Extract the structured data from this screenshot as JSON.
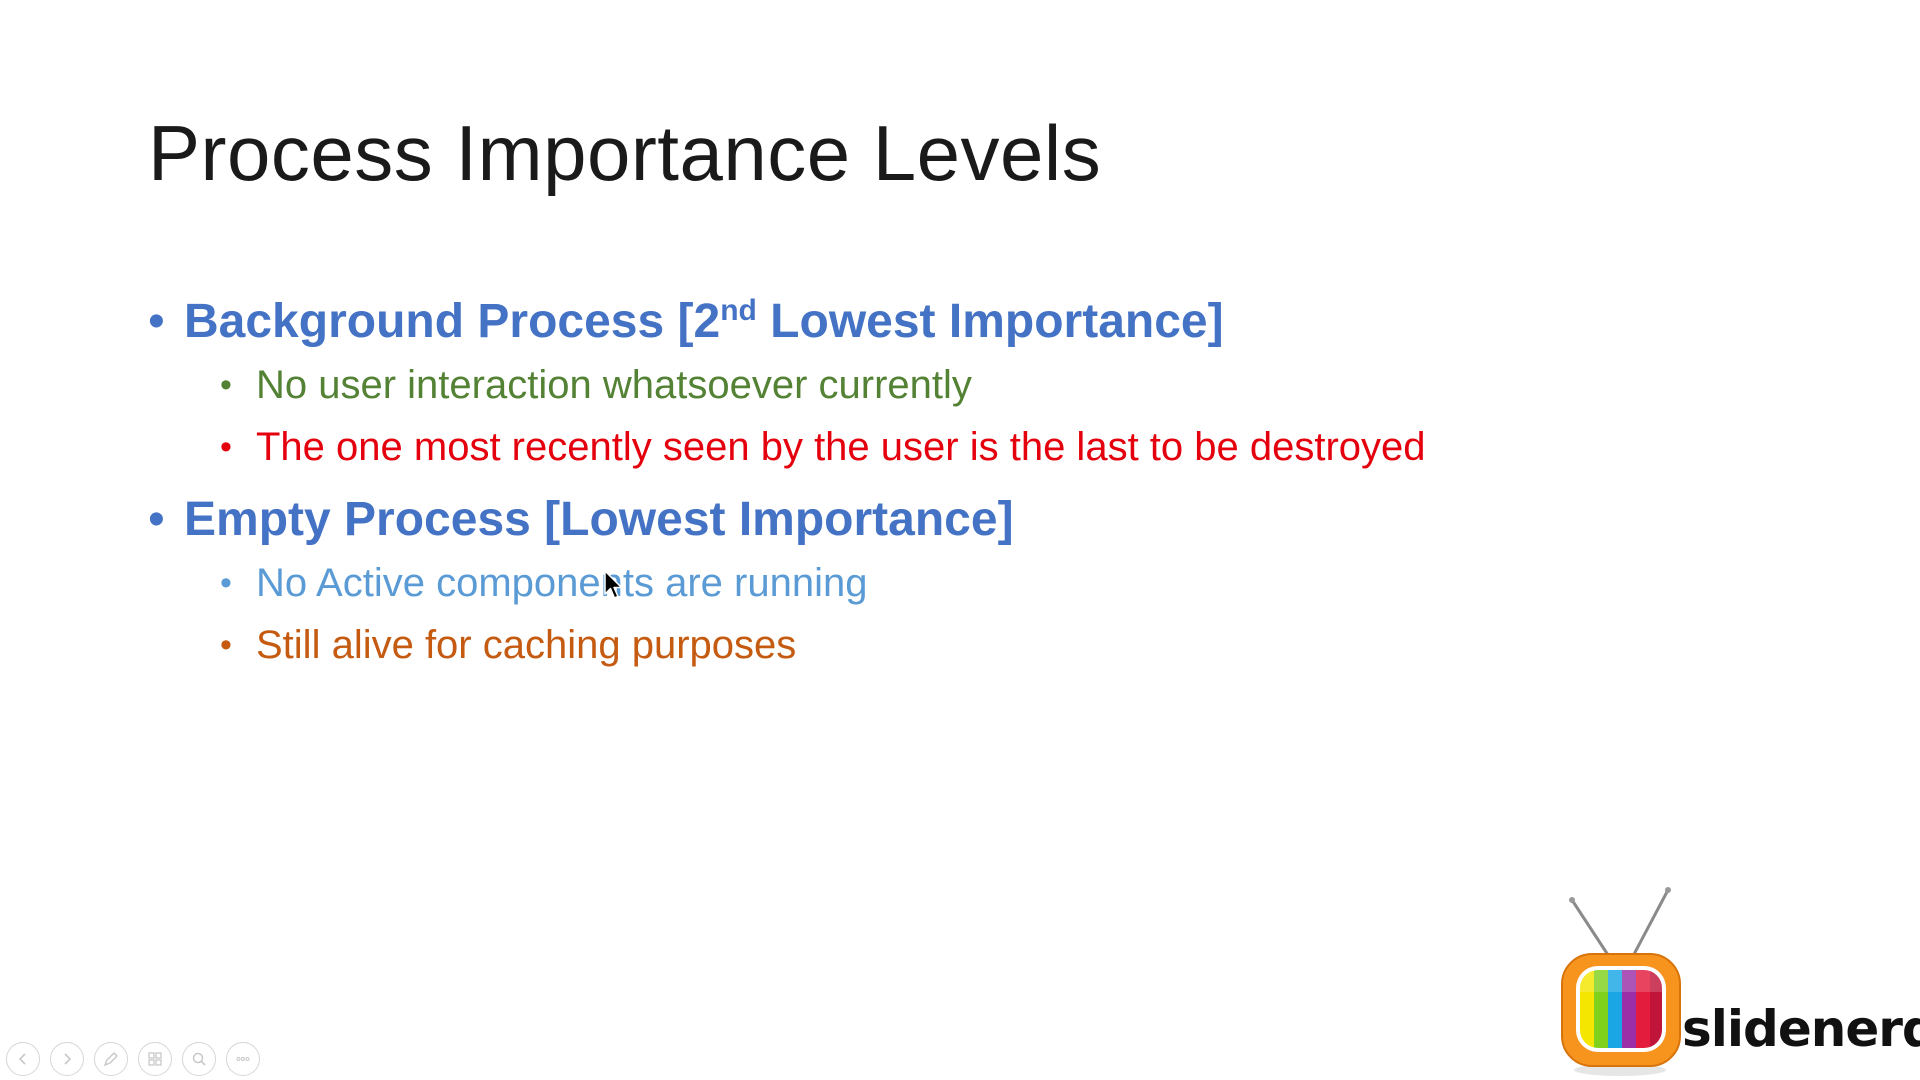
{
  "slide": {
    "title": "Process Importance Levels",
    "items": [
      {
        "bullet": "•",
        "text_before": "Background Process [2",
        "superscript": "nd",
        "text_after": " Lowest Importance]",
        "subitems": [
          {
            "bullet": "•",
            "text": "No user interaction whatsoever currently"
          },
          {
            "bullet": "•",
            "text": "The one most recently seen by the user is the last to be destroyed"
          }
        ]
      },
      {
        "bullet": "•",
        "text": "Empty Process [Lowest Importance]",
        "subitems": [
          {
            "bullet": "•",
            "text": "No Active components are running"
          },
          {
            "bullet": "•",
            "text": "Still alive for caching purposes"
          }
        ]
      }
    ]
  },
  "logo": {
    "text": "slidenerd"
  },
  "toolbar": {
    "buttons": [
      {
        "icon": "previous-icon"
      },
      {
        "icon": "next-icon"
      },
      {
        "icon": "pen-icon"
      },
      {
        "icon": "slides-grid-icon"
      },
      {
        "icon": "zoom-icon"
      },
      {
        "icon": "more-icon"
      }
    ]
  },
  "colors": {
    "heading_blue": "#4472c4",
    "green": "#548235",
    "red": "#e4000d",
    "light_blue": "#5b9bd5",
    "orange": "#c55a11",
    "tv_orange": "#f7941d"
  }
}
